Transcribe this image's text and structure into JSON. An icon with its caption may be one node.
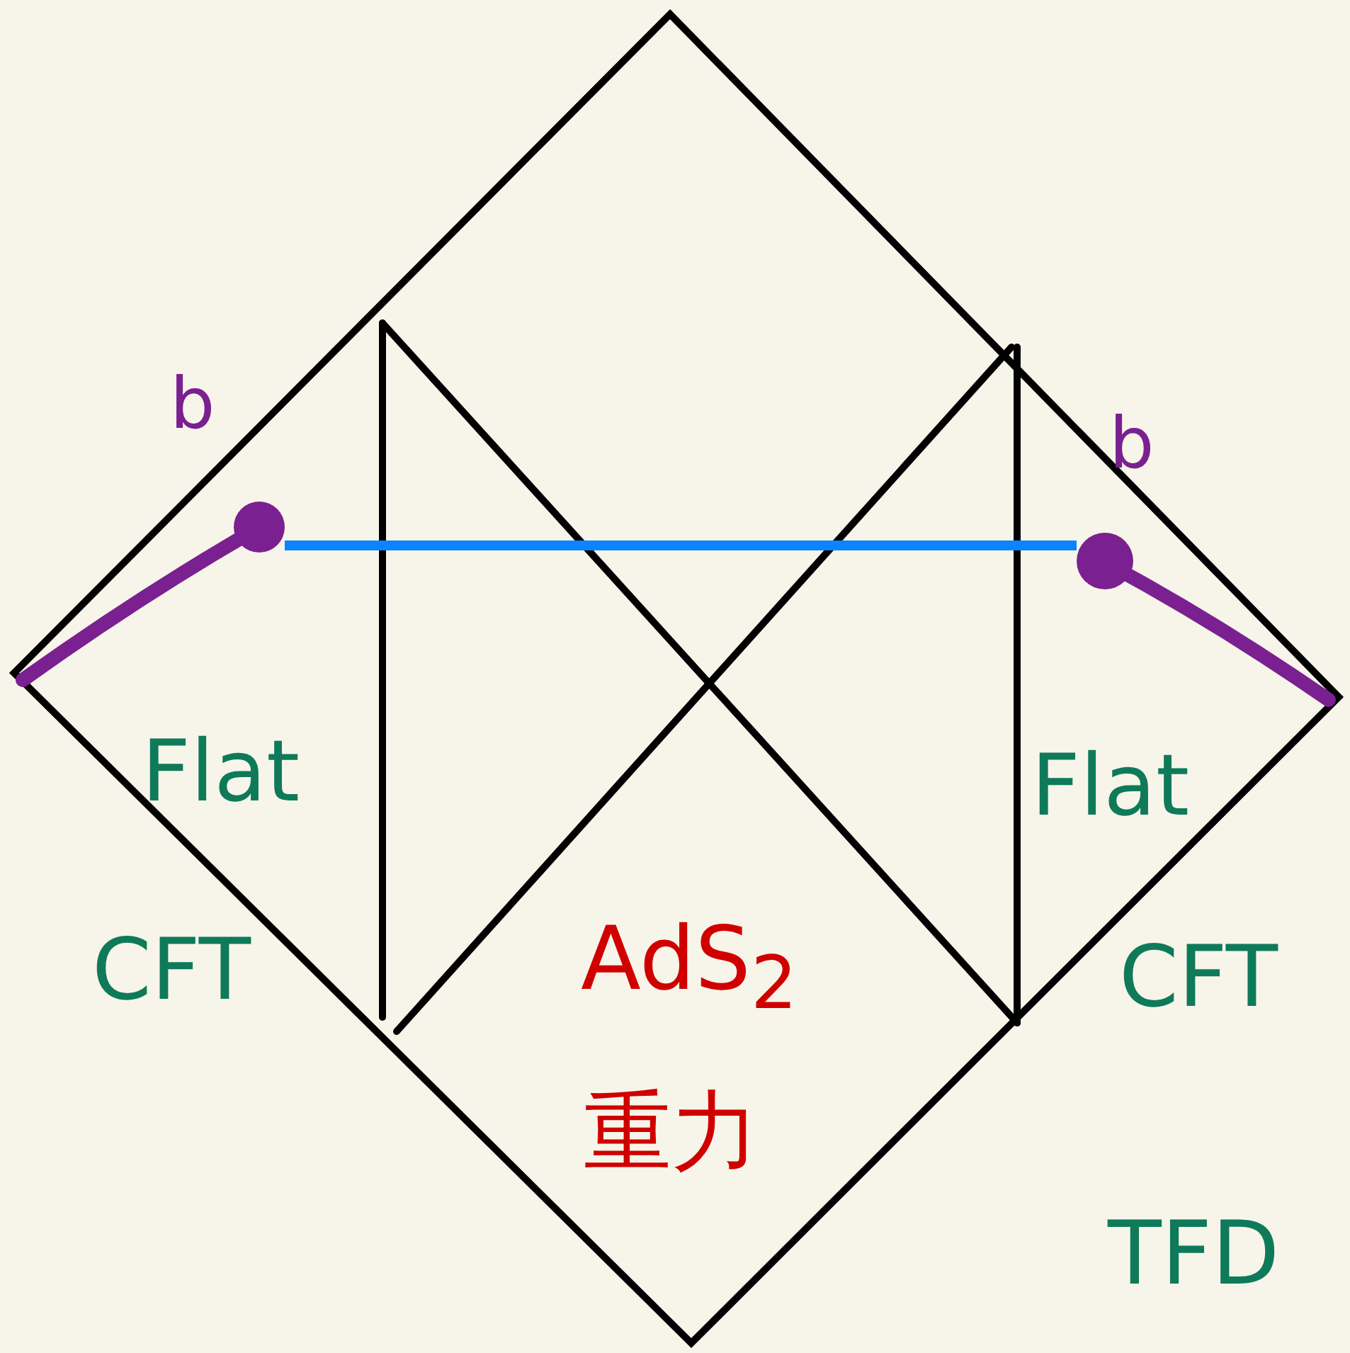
{
  "diagram": {
    "nodes": [
      {
        "text": [],
        "shape": "circle",
        "beside": [
          "b"
        ]
      },
      {
        "text": [],
        "shape": "circle",
        "beside": [
          "b"
        ]
      }
    ],
    "edges": [
      {
        "from": 0,
        "to": 1,
        "arrow": "none"
      }
    ],
    "labels": [
      "Flat CFT",
      "AdS$_{2}$",
      "重力",
      "Flat CFT",
      "TFD"
    ]
  }
}
